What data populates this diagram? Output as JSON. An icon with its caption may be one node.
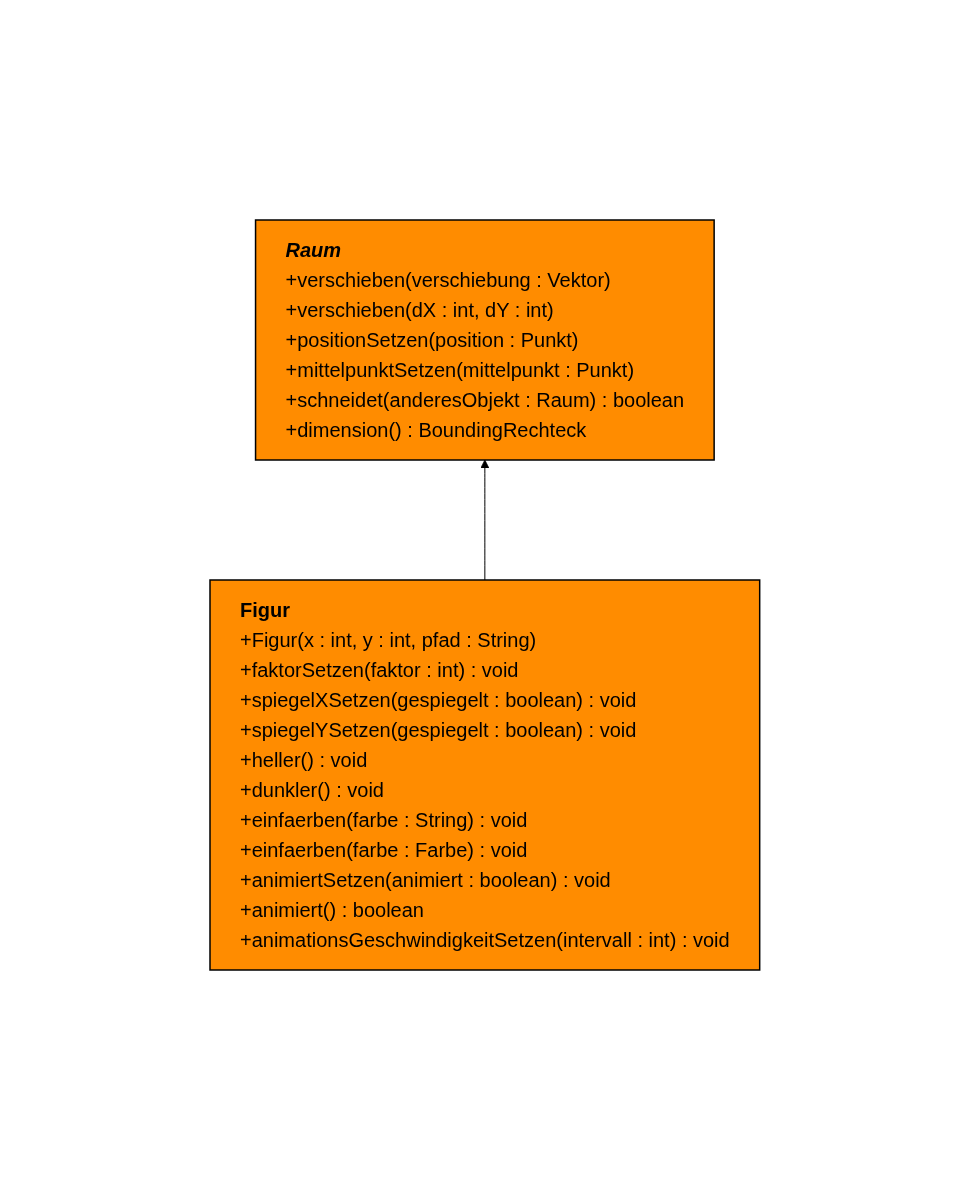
{
  "diagram": {
    "nodes": [
      {
        "text": [
          "Raum",
          "+verschieben(verschiebung : Vektor)",
          "+verschieben(dX : int, dY : int)",
          "+positionSetzen(position : Punkt)",
          "+mittelpunktSetzen(mittelpunkt : Punkt)",
          "+schneidet(anderesObjekt : Raum) : boolean",
          "+dimension() : BoundingRechteck"
        ]
      },
      {
        "text": [
          "Figur",
          "+Figur(x : int, y : int, pfad : String)",
          "+faktorSetzen(faktor : int) : void",
          "+spiegelXSetzen(gespiegelt : boolean) : void",
          "+spiegelYSetzen(gespiegelt : boolean) : void",
          "+heller() : void",
          "+dunkler() : void",
          "+einfaerben(farbe : String) : void",
          "+einfaerben(farbe : Farbe) : void",
          "+animiertSetzen(animiert : boolean) : void",
          "+animiert() : boolean",
          "+animationsGeschwindigkeitSetzen(intervall : int) : void"
        ]
      }
    ],
    "edges": [
      {
        "from": 1,
        "to": 0,
        "arrow": "to"
      }
    ]
  }
}
